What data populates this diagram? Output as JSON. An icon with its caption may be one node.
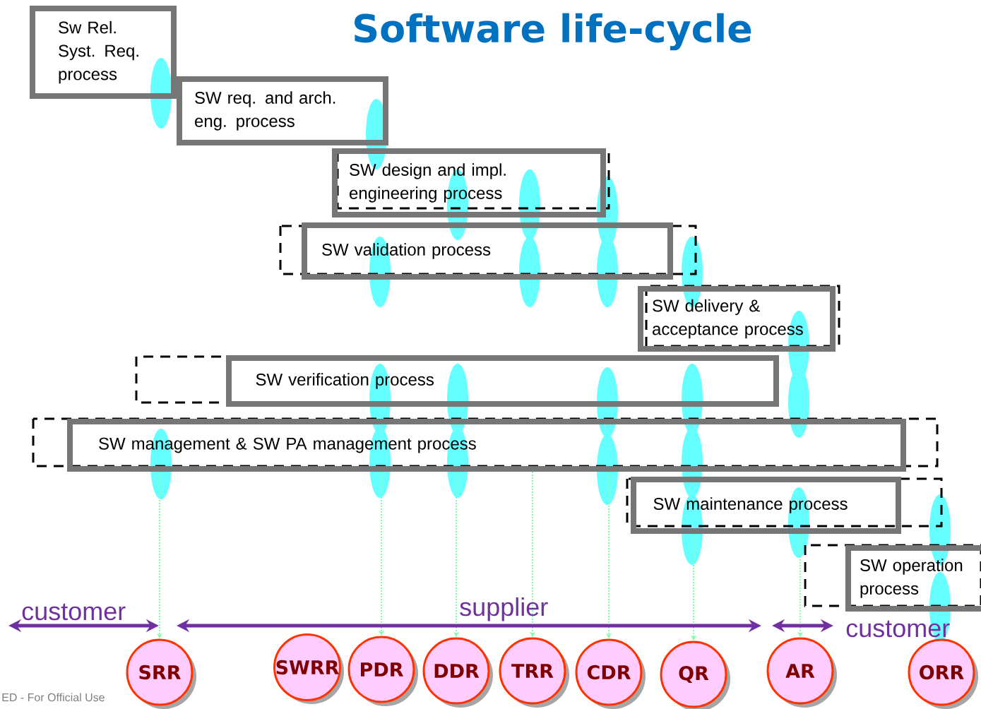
{
  "diagram": {
    "title": "Software life-cycle",
    "nodes": [
      {
        "text": [
          "Sw Rel. Syst. Req. process"
        ]
      },
      {
        "text": [
          "SW req. and arch. eng. process"
        ]
      },
      {
        "text": [
          "SW design and impl. engineering process"
        ]
      },
      {
        "text": [
          "SW validation process"
        ]
      },
      {
        "text": [
          "SW delivery & acceptance process"
        ]
      },
      {
        "text": [
          "SW verification process"
        ]
      },
      {
        "text": [
          "SW management & SW PA management process"
        ]
      },
      {
        "text": [
          "SW maintenance process"
        ]
      },
      {
        "text": [
          "SW operation process"
        ]
      },
      {
        "text": [
          "SRR"
        ]
      },
      {
        "text": [
          "SWRR"
        ]
      },
      {
        "text": [
          "PDR"
        ]
      },
      {
        "text": [
          "DDR"
        ]
      },
      {
        "text": [
          "TRR"
        ]
      },
      {
        "text": [
          "CDR"
        ]
      },
      {
        "text": [
          "QR"
        ]
      },
      {
        "text": [
          "AR"
        ]
      },
      {
        "text": [
          "ORR"
        ]
      }
    ],
    "edges": [
      {
        "from": 6,
        "to": 9,
        "arrow": "to",
        "style": "dashed"
      },
      {
        "from": 6,
        "to": 11,
        "arrow": "to",
        "style": "dashed"
      },
      {
        "from": 6,
        "to": 12,
        "arrow": "to",
        "style": "dashed"
      },
      {
        "from": 6,
        "to": 13,
        "arrow": "to",
        "style": "dashed"
      },
      {
        "from": 6,
        "to": 14,
        "arrow": "to",
        "style": "dashed"
      },
      {
        "from": 7,
        "to": 15,
        "arrow": "to",
        "style": "dashed"
      },
      {
        "from": 7,
        "to": 16,
        "arrow": "to",
        "style": "dashed"
      }
    ],
    "labels": [
      "customer",
      "supplier",
      "customer",
      "ED - For Official Use"
    ]
  }
}
